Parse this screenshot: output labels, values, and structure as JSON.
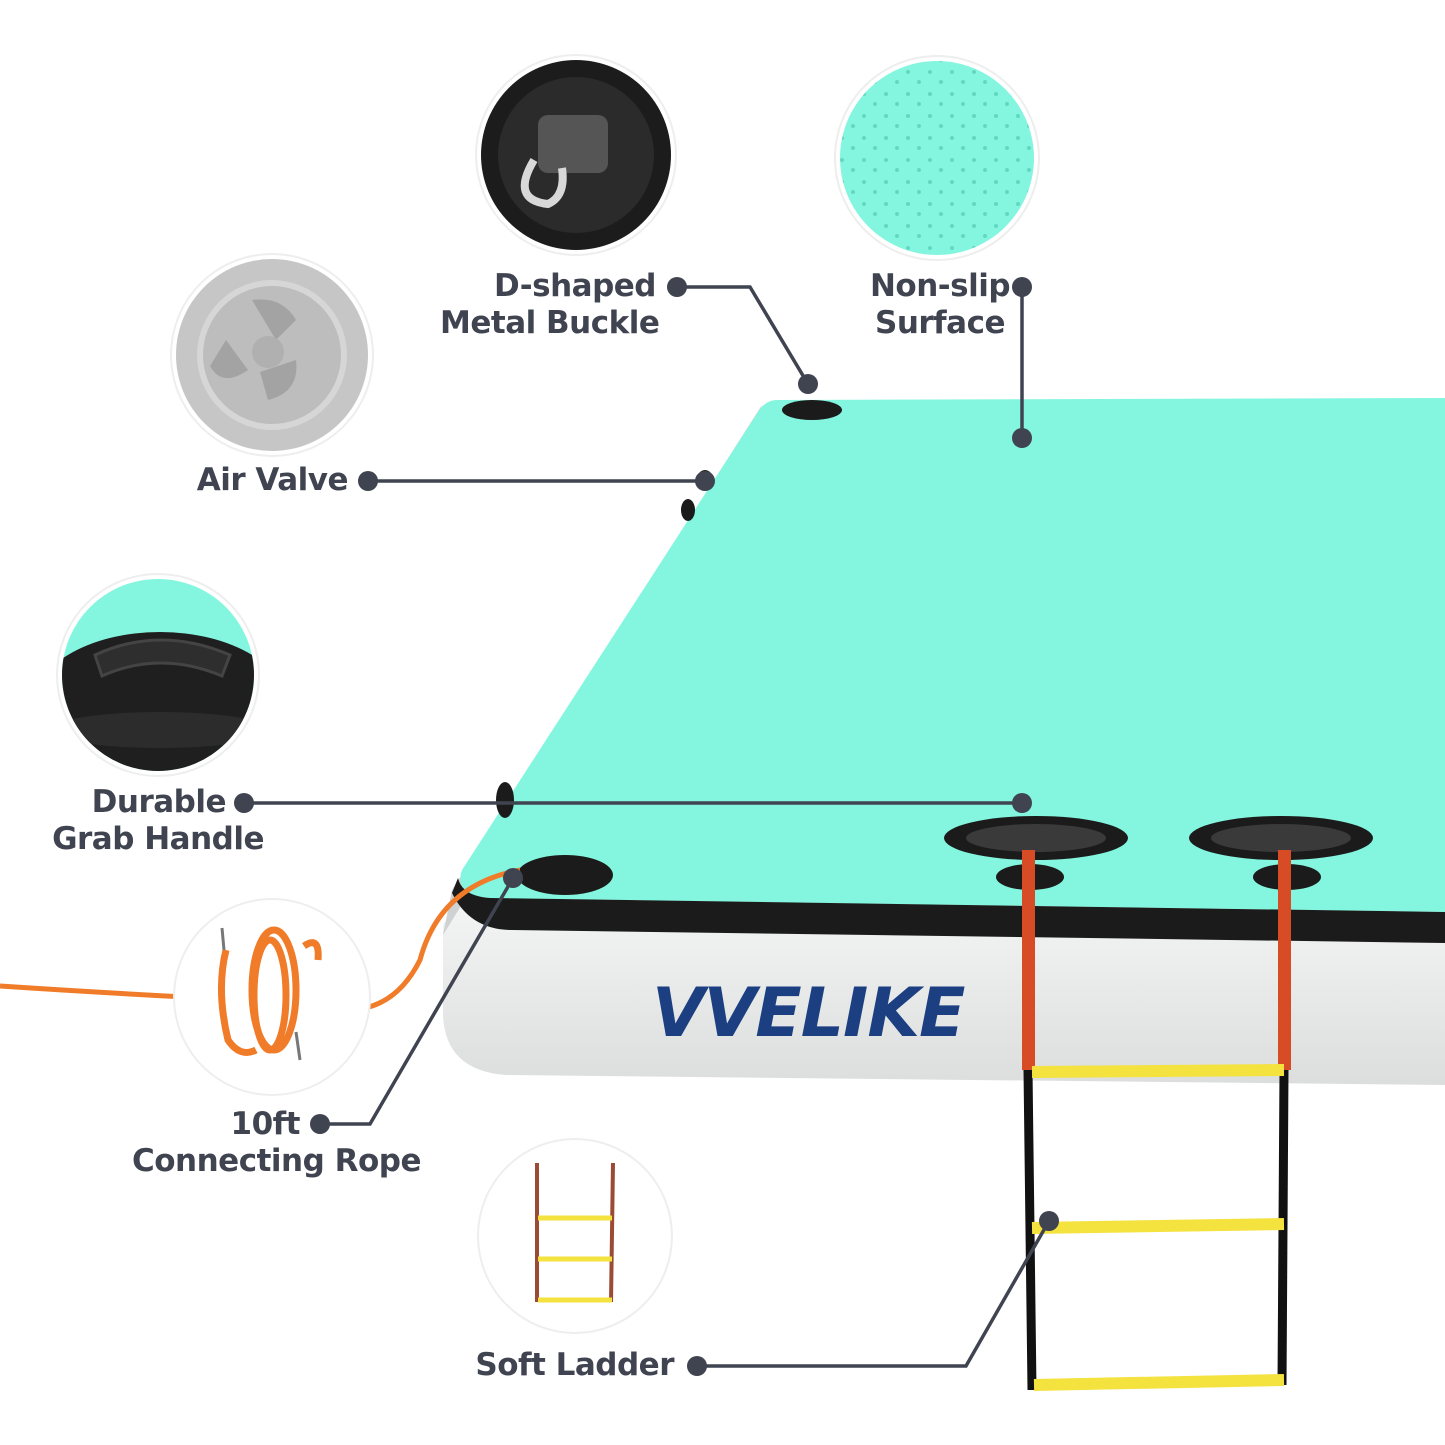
{
  "brand": "VVELIKE",
  "features": {
    "buckle": {
      "lines": [
        "D-shaped",
        "Metal Buckle"
      ],
      "icon": "d-ring-buckle-icon"
    },
    "surface": {
      "lines": [
        "Non-slip",
        "Surface"
      ],
      "icon": "non-slip-texture-icon"
    },
    "valve": {
      "lines": [
        "Air Valve"
      ],
      "icon": "air-valve-icon"
    },
    "handle": {
      "lines": [
        "Durable",
        "Grab Handle"
      ],
      "icon": "grab-handle-icon"
    },
    "rope": {
      "lines": [
        "10ft",
        "Connecting Rope"
      ],
      "icon": "coiled-rope-icon"
    },
    "ladder": {
      "lines": [
        "Soft Ladder"
      ],
      "icon": "soft-ladder-icon"
    }
  },
  "colors": {
    "deck": "#84f6df",
    "deck_edge": "#1b1b1b",
    "side": "#e9eaea",
    "brand_text": "#1c3f82",
    "callout": "#3f4450",
    "rope": "#f07c2a",
    "ladder_rung": "#f4e23e"
  }
}
